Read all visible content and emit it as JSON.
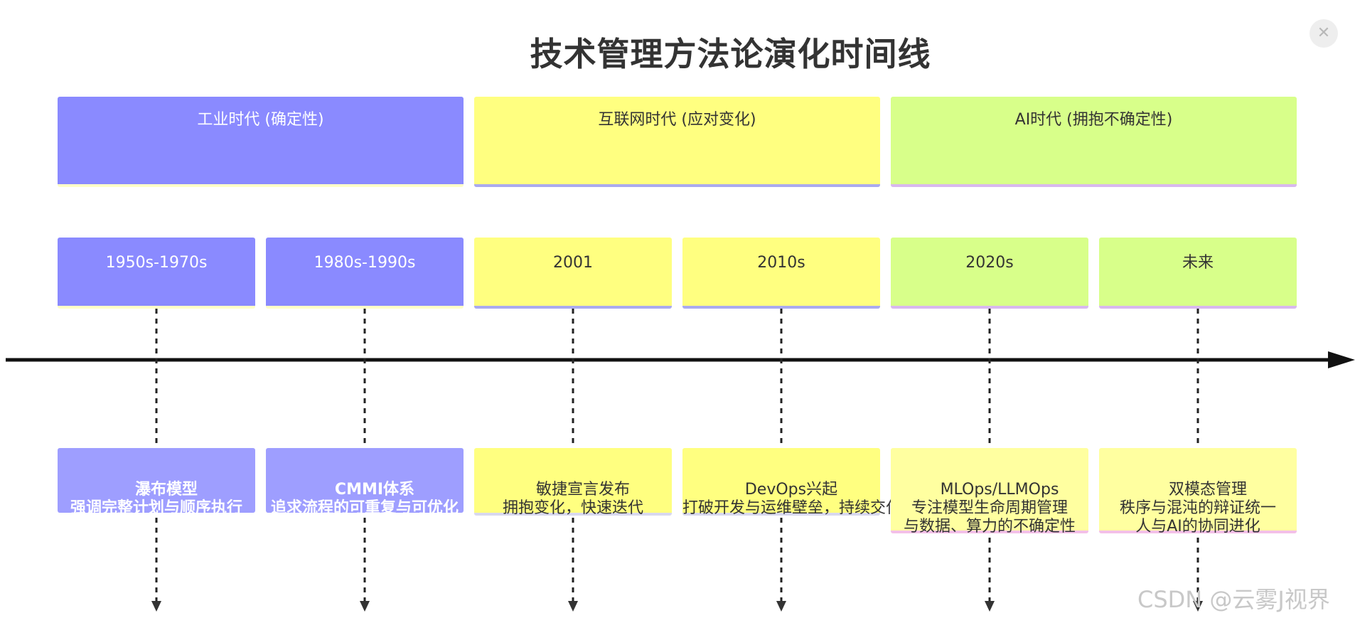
{
  "title": "技术管理方法论演化时间线",
  "colors": {
    "industrial": "#8a8aff",
    "internet": "#ffff80",
    "ai": "#d8ff8a",
    "axis": "#111111"
  },
  "eras": [
    {
      "label": "工业时代 (确定性)"
    },
    {
      "label": "互联网时代 (应对变化)"
    },
    {
      "label": "AI时代 (拥抱不确定性)"
    }
  ],
  "periods": [
    {
      "label": "1950s-1970s"
    },
    {
      "label": "1980s-1990s"
    },
    {
      "label": "2001"
    },
    {
      "label": "2010s"
    },
    {
      "label": "2020s"
    },
    {
      "label": "未来"
    }
  ],
  "events": [
    {
      "text": "瀑布模型\n强调完整计划与顺序执行"
    },
    {
      "text": "CMMI体系\n追求流程的可重复与可优化"
    },
    {
      "text": "敏捷宣言发布\n拥抱变化，快速迭代"
    },
    {
      "text": "DevOps兴起\n打破开发与运维壁垒，持续交付"
    },
    {
      "text": "MLOps/LLMOps\n专注模型生命周期管理\n与数据、算力的不确定性"
    },
    {
      "text": "双模态管理\n秩序与混沌的辩证统一\n人与AI的协同进化"
    }
  ],
  "close_icon": "close-icon",
  "watermark": "CSDN @云雾J视界"
}
